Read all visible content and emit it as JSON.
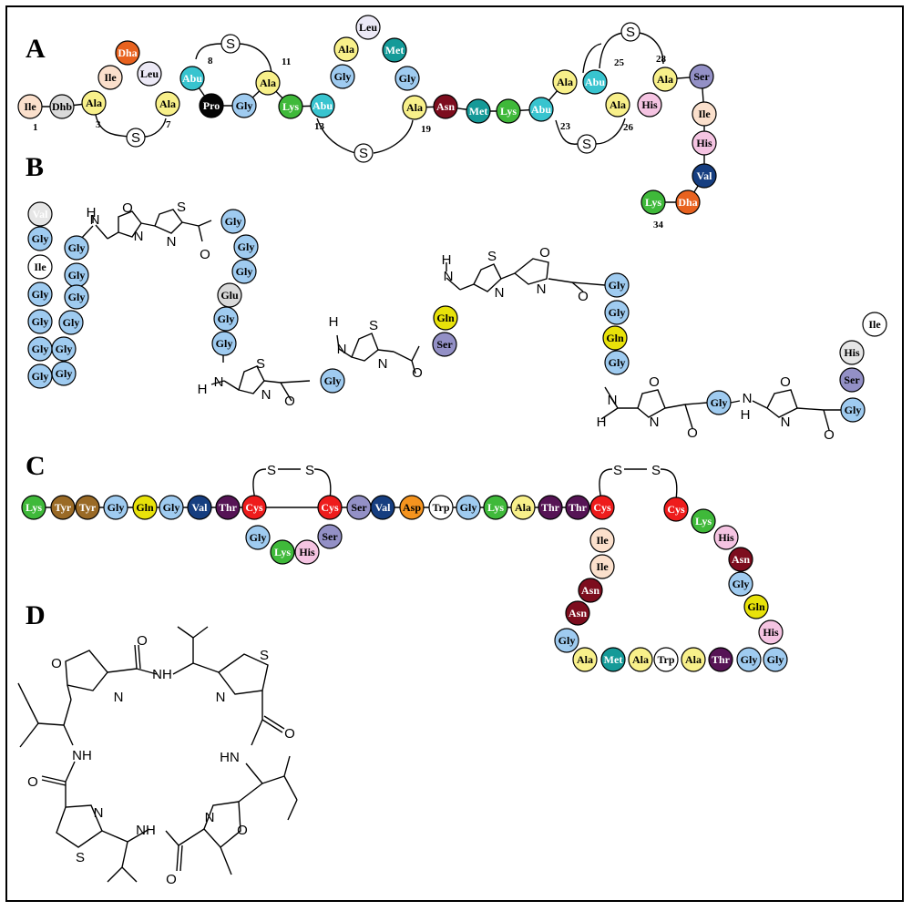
{
  "colors": {
    "Ile": "#fbe0cc",
    "Dhb": "#d9d9d9",
    "Ala": "#f8f08a",
    "Dha": "#e8621f",
    "Leu": "#ece9f6",
    "Abu": "#38c4cf",
    "Pro": "#050505",
    "Gly": "#9fcbf0",
    "Lys": "#3fb93a",
    "Met": "#159a98",
    "Asn": "#7d0d1e",
    "His": "#f5c4e2",
    "Ser": "#9390c6",
    "Val": "#163e80",
    "Glu": "#d9d9d9",
    "Gln": "#e8e20a",
    "Tyr": "#9a6a26",
    "Thr": "#561455",
    "Cys": "#ee1c1c",
    "Asp": "#f5941f",
    "Trp": "#ffffff",
    "IleB": "#ffffff",
    "ValB": "#e6e6e6",
    "HisB": "#e6e6e6"
  },
  "light_text": [
    "Dha",
    "Pro",
    "Abu",
    "Lys",
    "Met",
    "Asn",
    "Val",
    "Thr",
    "Cys",
    "Tyr"
  ],
  "panels": {
    "a": "A",
    "b": "B",
    "c": "C",
    "d": "D"
  },
  "panel_a": {
    "residues": [
      {
        "code": "Ile"
      },
      {
        "code": "Dhb"
      },
      {
        "code": "Ala"
      },
      {
        "code": "Ile"
      },
      {
        "code": "Dha"
      },
      {
        "code": "Leu"
      },
      {
        "code": "Ala"
      },
      {
        "code": "Abu"
      },
      {
        "code": "Pro"
      },
      {
        "code": "Gly"
      },
      {
        "code": "Ala"
      },
      {
        "code": "Lys"
      },
      {
        "code": "Abu"
      },
      {
        "code": "Gly"
      },
      {
        "code": "Ala"
      },
      {
        "code": "Leu"
      },
      {
        "code": "Met"
      },
      {
        "code": "Gly"
      },
      {
        "code": "Ala"
      },
      {
        "code": "Asn"
      },
      {
        "code": "Met"
      },
      {
        "code": "Lys"
      },
      {
        "code": "Abu"
      },
      {
        "code": "Ala"
      },
      {
        "code": "Abu"
      },
      {
        "code": "Ala"
      },
      {
        "code": "His"
      },
      {
        "code": "Ala"
      },
      {
        "code": "Ser"
      },
      {
        "code": "Ile"
      },
      {
        "code": "His"
      },
      {
        "code": "Val"
      },
      {
        "code": "Dha"
      },
      {
        "code": "Lys"
      }
    ],
    "numbers": [
      "1",
      "3",
      "7",
      "8",
      "11",
      "13",
      "19",
      "23",
      "25",
      "26",
      "28",
      "34"
    ],
    "bridge_label": "S"
  },
  "panel_b": {
    "residues": [
      "Val",
      "Gly",
      "Ile",
      "Gly",
      "Gly",
      "Gly",
      "Gly",
      "Gly",
      "Gly",
      "Gly",
      "Gly",
      "Gly",
      "Gly",
      "Gly",
      "Glu",
      "Gly",
      "Gly",
      "Gly",
      "Gln",
      "Ser",
      "Gly",
      "Gly",
      "Gln",
      "Gly",
      "Gly",
      "Gly",
      "Ser",
      "His",
      "Ile"
    ],
    "atoms": {
      "N": "N",
      "O": "O",
      "S": "S",
      "H": "H"
    }
  },
  "panel_c": {
    "residues": [
      "Lys",
      "Tyr",
      "Tyr",
      "Gly",
      "Gln",
      "Gly",
      "Val",
      "Thr",
      "Cys",
      "Gly",
      "Lys",
      "His",
      "Ser",
      "Cys",
      "Ser",
      "Val",
      "Asp",
      "Trp",
      "Gly",
      "Lys",
      "Ala",
      "Thr",
      "Thr",
      "Cys",
      "Ile",
      "Ile",
      "Asn",
      "Asn",
      "Gly",
      "Ala",
      "Met",
      "Ala",
      "Trp",
      "Ala",
      "Thr",
      "Gly",
      "Gly",
      "His",
      "Gln",
      "Gly",
      "Asn",
      "His",
      "Lys",
      "Cys"
    ],
    "disulfide": "S"
  },
  "panel_d": {
    "atoms": {
      "O": "O",
      "N": "N",
      "S": "S",
      "NH": "NH",
      "HN": "HN"
    }
  }
}
